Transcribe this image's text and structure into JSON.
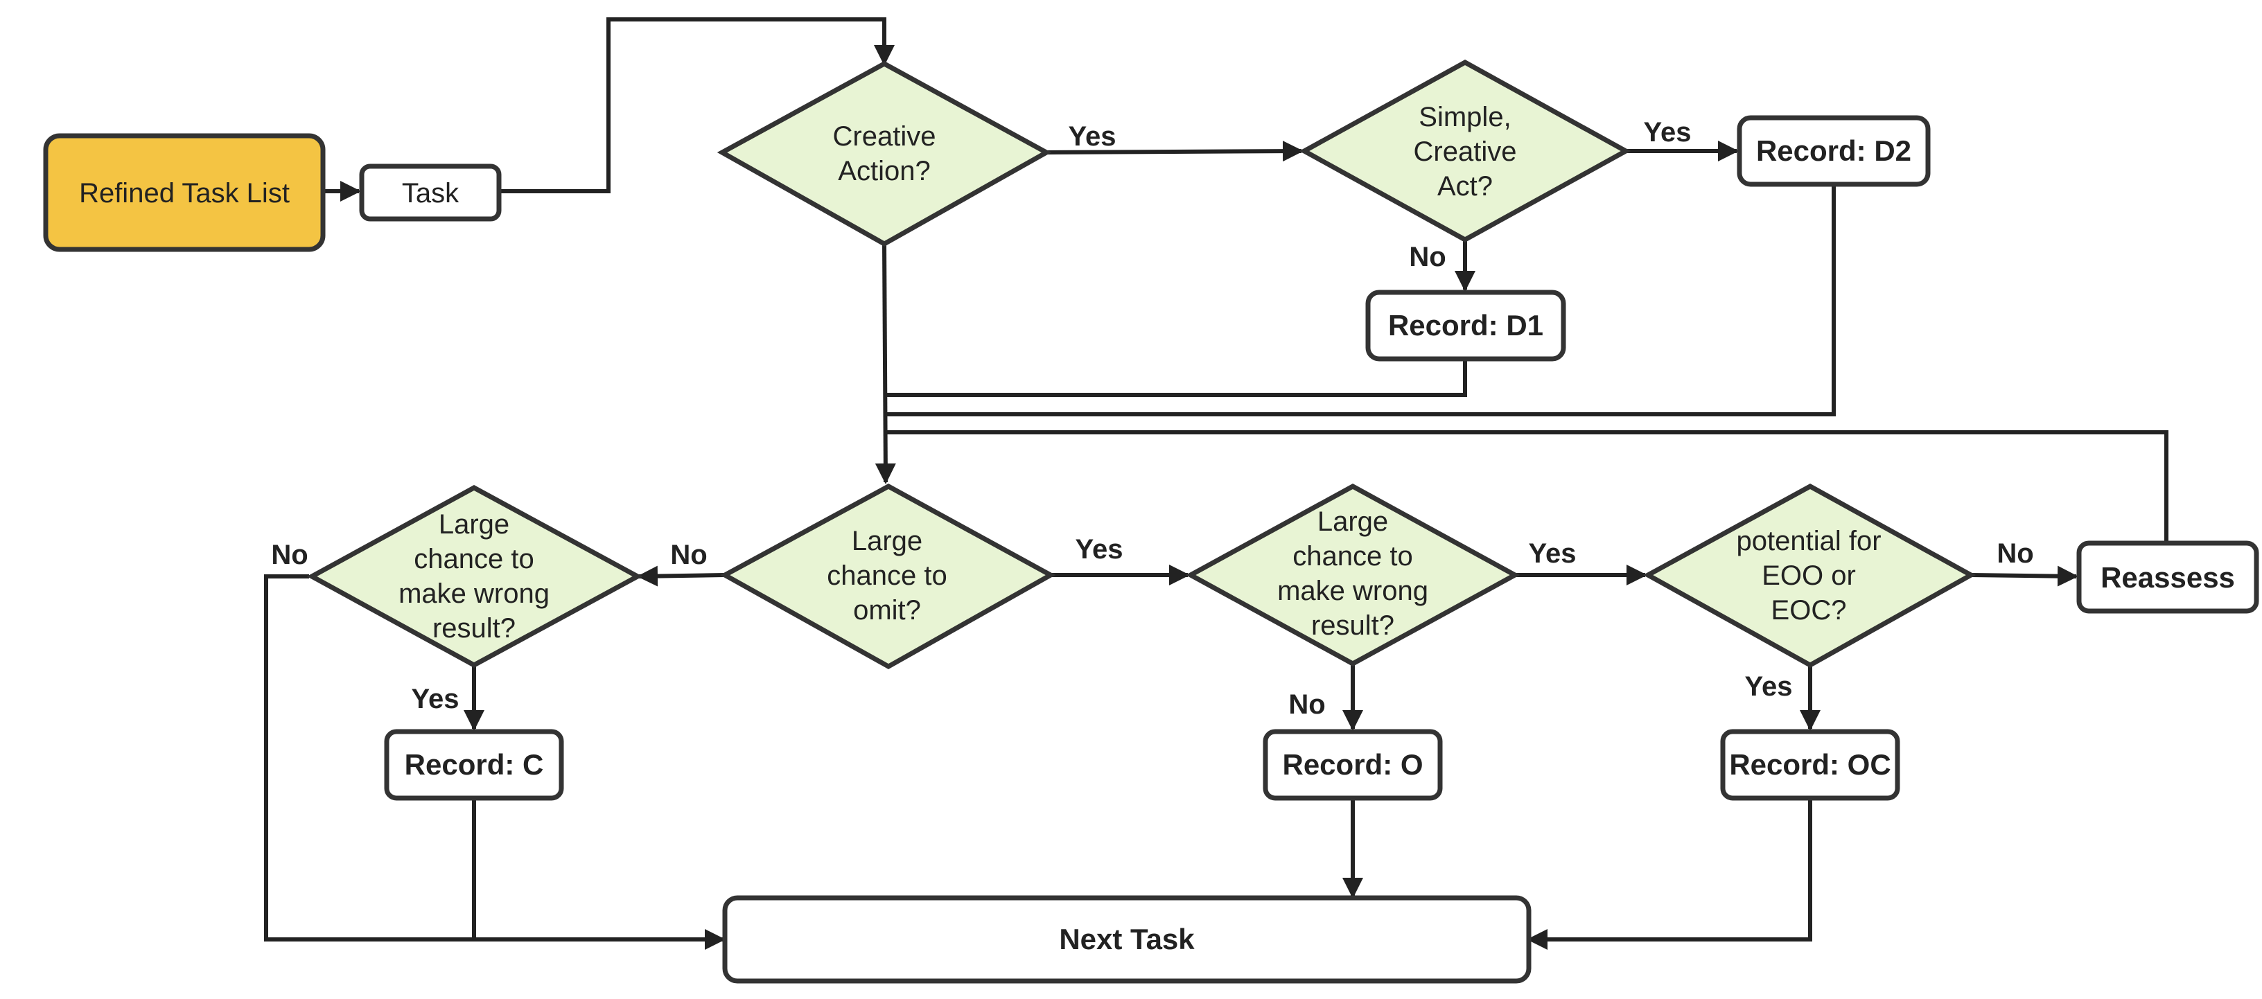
{
  "colors": {
    "start_fill": "#F4C443",
    "decision_fill": "#E8F4D4",
    "stroke": "#333333",
    "line": "#222222"
  },
  "nodes": {
    "refined_task_list": "Refined Task List",
    "task": "Task",
    "creative_action": [
      "Creative",
      "Action?"
    ],
    "simple_creative": [
      "Simple,",
      "Creative",
      "Act?"
    ],
    "record_d2": "Record: D2",
    "record_d1": "Record: D1",
    "large_omit": [
      "Large",
      "chance to",
      "omit?"
    ],
    "large_wrong_left": [
      "Large",
      "chance to",
      "make wrong",
      "result?"
    ],
    "large_wrong_mid": [
      "Large",
      "chance to",
      "make wrong",
      "result?"
    ],
    "potential_eoo": [
      "potential for",
      "EOO or",
      "EOC?"
    ],
    "reassess": "Reassess",
    "record_c": "Record: C",
    "record_o": "Record: O",
    "record_oc": "Record: OC",
    "next_task": "Next Task"
  },
  "edge_labels": {
    "creative_yes": "Yes",
    "simple_yes": "Yes",
    "simple_no": "No",
    "omit_no": "No",
    "omit_yes": "Yes",
    "wrong_left_no": "No",
    "wrong_left_yes": "Yes",
    "wrong_mid_yes": "Yes",
    "wrong_mid_no": "No",
    "eoo_no": "No",
    "eoo_yes": "Yes"
  }
}
